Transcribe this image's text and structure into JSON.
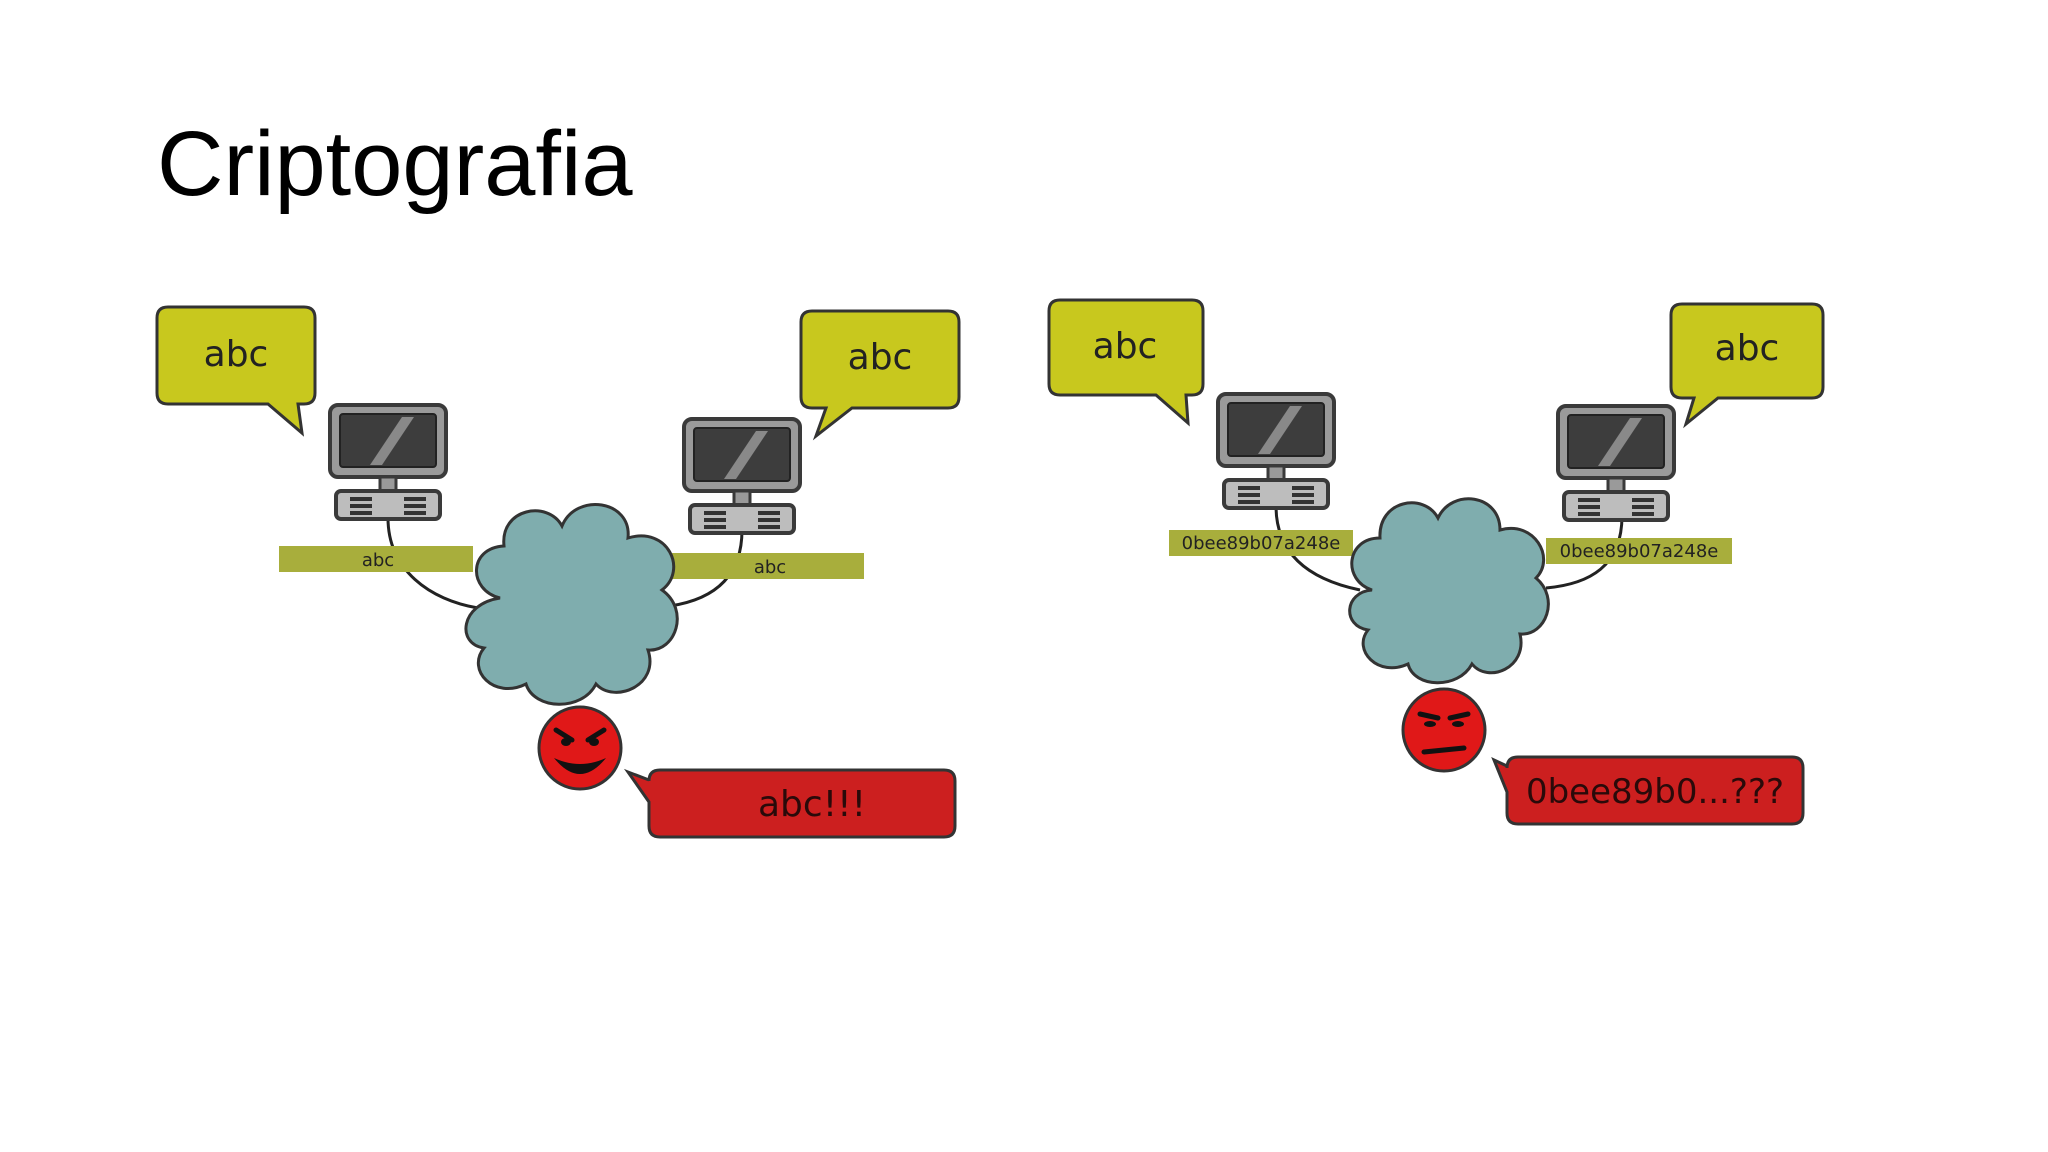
{
  "slide": {
    "title": "Criptografia"
  },
  "colors": {
    "bubble_green": "#c8c81e",
    "label_green": "#a8ae3c",
    "cloud": "#7fadae",
    "attacker_red": "#e01818",
    "attacker_bubble": "#cc1f1f",
    "monitor_frame": "#8c8c8c",
    "screen": "#3c3c3c"
  },
  "left_panel": {
    "sender_bubble": "abc",
    "receiver_bubble": "abc",
    "sender_wire_label": "abc",
    "receiver_wire_label": "abc",
    "attacker_bubble": "abc!!!",
    "attacker_expression": "evil-grin"
  },
  "right_panel": {
    "sender_bubble": "abc",
    "receiver_bubble": "abc",
    "sender_wire_label": "0bee89b07a248e",
    "receiver_wire_label": "0bee89b07a248e",
    "attacker_bubble": "0bee89b0...???",
    "attacker_expression": "confused"
  }
}
